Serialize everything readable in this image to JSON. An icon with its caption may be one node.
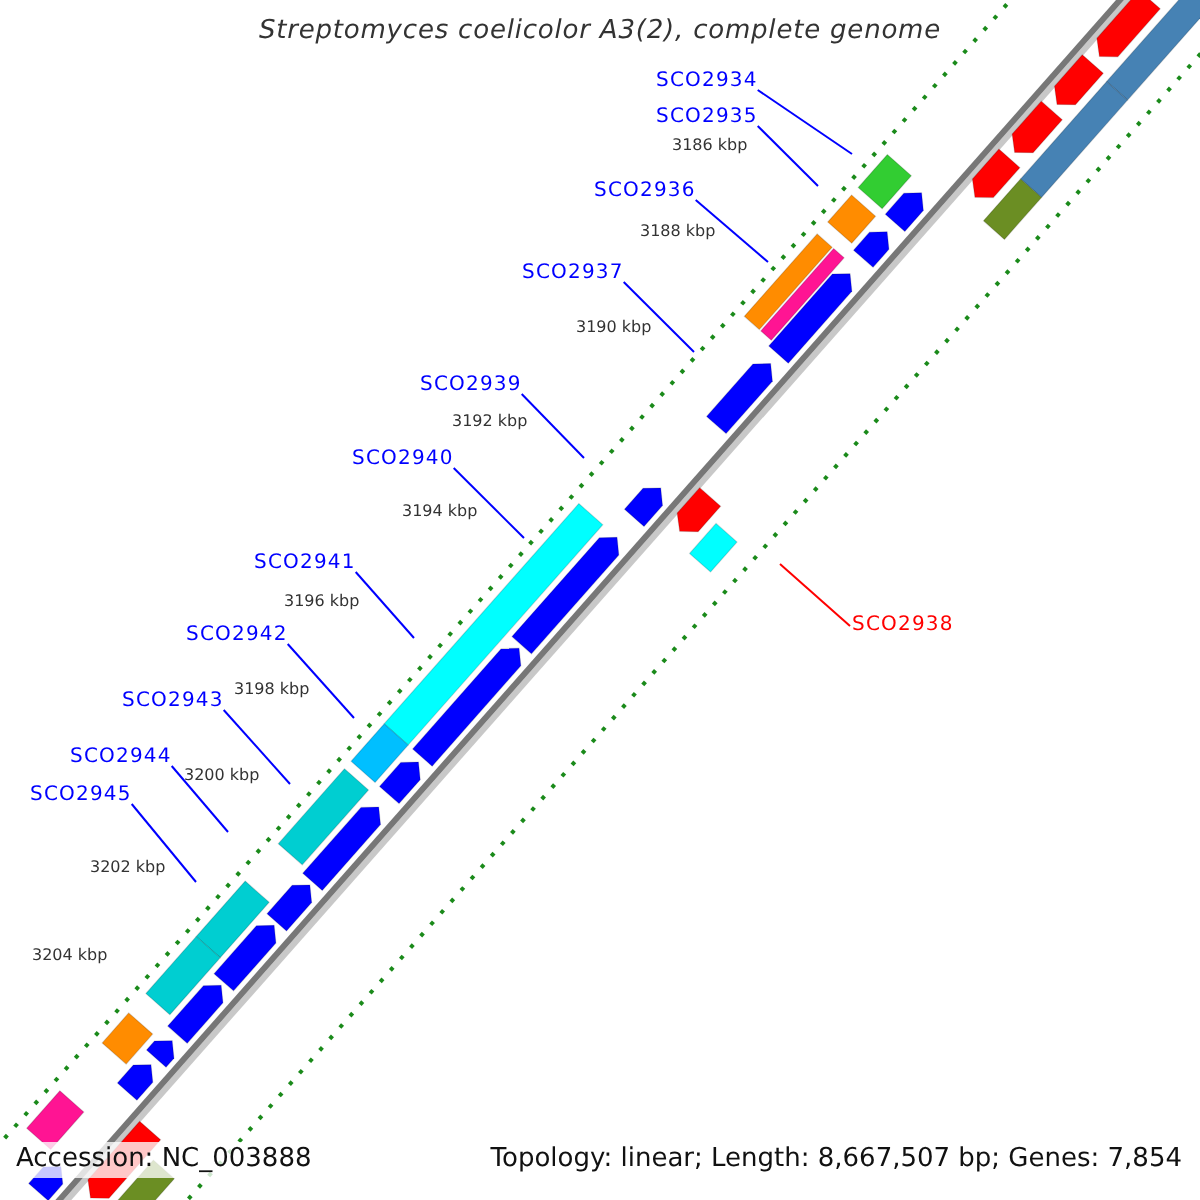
{
  "diagram": {
    "title": "Streptomyces coelicolor A3(2), complete genome",
    "nodes": [
      {
        "text": [
          "SCO2934"
        ]
      },
      {
        "text": [
          "SCO2935"
        ]
      },
      {
        "text": [
          "SCO2936"
        ]
      },
      {
        "text": [
          "SCO2937"
        ]
      },
      {
        "text": [
          "SCO2939"
        ]
      },
      {
        "text": [
          "SCO2940"
        ]
      },
      {
        "text": [
          "SCO2941"
        ]
      },
      {
        "text": [
          "SCO2938"
        ]
      },
      {
        "text": [
          "SCO2942"
        ]
      },
      {
        "text": [
          "SCO2943"
        ]
      },
      {
        "text": [
          "SCO2944"
        ]
      },
      {
        "text": [
          "SCO2945"
        ]
      }
    ],
    "edges": [
      {
        "from": 0,
        "to": null,
        "arrow": "none"
      },
      {
        "from": 1,
        "to": null,
        "arrow": "none"
      },
      {
        "from": 2,
        "to": null,
        "arrow": "none"
      },
      {
        "from": 3,
        "to": null,
        "arrow": "none"
      },
      {
        "from": 4,
        "to": null,
        "arrow": "none"
      },
      {
        "from": 5,
        "to": null,
        "arrow": "none"
      },
      {
        "from": 6,
        "to": null,
        "arrow": "none"
      },
      {
        "from": 7,
        "to": null,
        "arrow": "none",
        "color": "#ff0000"
      },
      {
        "from": 8,
        "to": null,
        "arrow": "none"
      },
      {
        "from": 9,
        "to": null,
        "arrow": "none"
      },
      {
        "from": 10,
        "to": null,
        "arrow": "none"
      },
      {
        "from": 11,
        "to": null,
        "arrow": "none"
      }
    ],
    "labels": [
      "3186 kbp",
      "3188 kbp",
      "3190 kbp",
      "3192 kbp",
      "3194 kbp",
      "3196 kbp",
      "3198 kbp",
      "3200 kbp",
      "3202 kbp",
      "3204 kbp",
      "Accession: NC_003888",
      "Topology: linear; Length: 8,667,507 bp; Genes: 7,854"
    ]
  }
}
